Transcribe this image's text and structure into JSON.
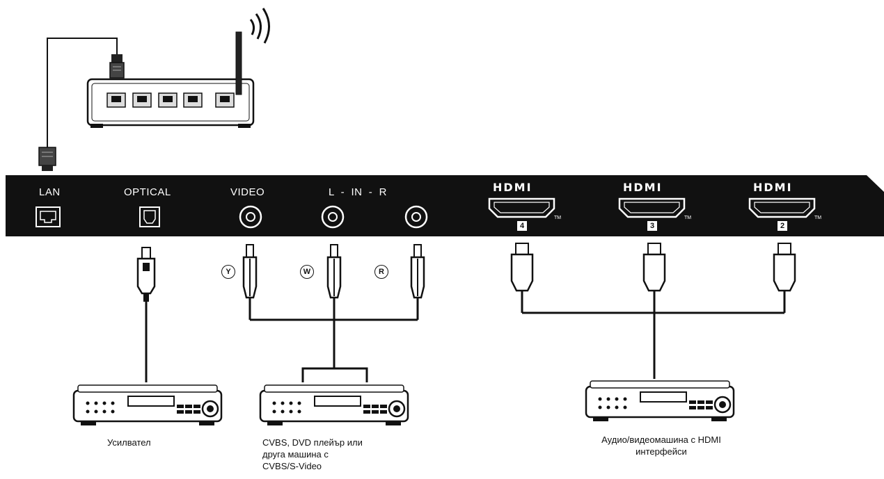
{
  "panel": {
    "lan": "LAN",
    "optical": "OPTICAL",
    "video": "VIDEO",
    "audio_in": "L  -  IN  -  R",
    "hdmi_logo": "HDMI",
    "tm": "TM",
    "hdmi_ports": [
      "4",
      "3",
      "2"
    ]
  },
  "plugs": {
    "yellow": "Y",
    "white": "W",
    "red": "R"
  },
  "captions": {
    "amplifier": "Усилвател",
    "cvbs_line1": "CVBS, DVD плейър или",
    "cvbs_line2": "друга машина с",
    "cvbs_line3": "CVBS/S-Video",
    "hdmi_line1": "Аудио/видеомашина с HDMI",
    "hdmi_line2": "интерфейси"
  },
  "colors": {
    "panel": "#111111",
    "line": "#111111",
    "background": "#ffffff"
  }
}
